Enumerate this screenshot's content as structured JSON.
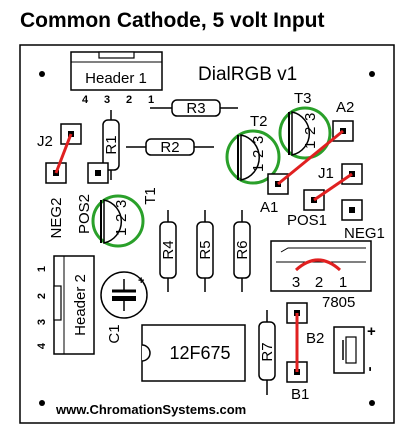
{
  "title": "Common Cathode, 5 volt Input",
  "board": {
    "name": "DialRGB v1",
    "website": "www.ChromationSystems.com",
    "header1": {
      "label": "Header 1",
      "pins": [
        "4",
        "3",
        "2",
        "1"
      ]
    },
    "header2": {
      "label": "Header 2",
      "pins": [
        "1",
        "2",
        "3",
        "4"
      ]
    },
    "resistors": [
      "R3",
      "R1",
      "R2",
      "R4",
      "R5",
      "R6",
      "R7"
    ],
    "transistors": {
      "T1": {
        "label": "T1",
        "pins": [
          "1",
          "2",
          "3"
        ]
      },
      "T2": {
        "label": "T2",
        "pins": [
          "1",
          "2",
          "3"
        ]
      },
      "T3": {
        "label": "T3",
        "pins": [
          "1",
          "2",
          "3"
        ]
      }
    },
    "jumpers": [
      "J1",
      "J2"
    ],
    "pads": [
      "A1",
      "A2",
      "B1",
      "B2",
      "NEG1",
      "NEG2",
      "POS1",
      "POS2"
    ],
    "regulator": {
      "label": "7805",
      "pins": [
        "3",
        "2",
        "1"
      ]
    },
    "capacitor": {
      "label": "C1",
      "polarity": "+"
    },
    "ic": {
      "label": "12F675"
    },
    "power": {
      "plus": "+",
      "minus": "-"
    },
    "colors": {
      "jumper": "#e02020",
      "transistor_ring": "#2aa02a"
    }
  }
}
